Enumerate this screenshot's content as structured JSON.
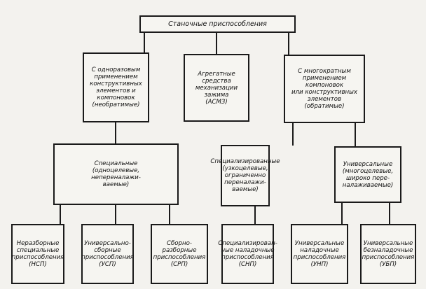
{
  "root": "Станочные приспособления",
  "level2": {
    "single_use": "С одноразовым\nприменением\nконструктивных\nэлементов и\nкомпоновок\n(необратимые)",
    "asmz": "Агрегатные\nсредства\nмеханизации\nзажима\n(АСМЗ)",
    "multi_use": "С многократным\nприменением\nкомпоновок\nили конструктивных\nэлементов\n(обратимые)"
  },
  "level3": {
    "special": "Специальные\n(одноцелевые,\nнепереналажи-\nваемые)",
    "specialized": "Специализированные\n(узкоцелевые,\nограниченно\nпереналажи-\nваемые)",
    "universal": "Универсальные\n(многоцелевые,\nширокo пере-\nналаживаемые)"
  },
  "leaves": {
    "nsp": "Неразборные\nспециальные\nприспособления\n(НСП)",
    "usp": "Универсально-\nсборные\nприспособления\n(УСП)",
    "srp": "Сборно-\nразборные\nприспособления\n(СРП)",
    "snp": "Специализирован-\nные наладочные\nприспособления\n(СНП)",
    "unp": "Универсальные\nналадочные\nприспособления\n(УНП)",
    "ubp": "Универсальные\nбезналадочные\nприспособления\n(УБП)"
  }
}
